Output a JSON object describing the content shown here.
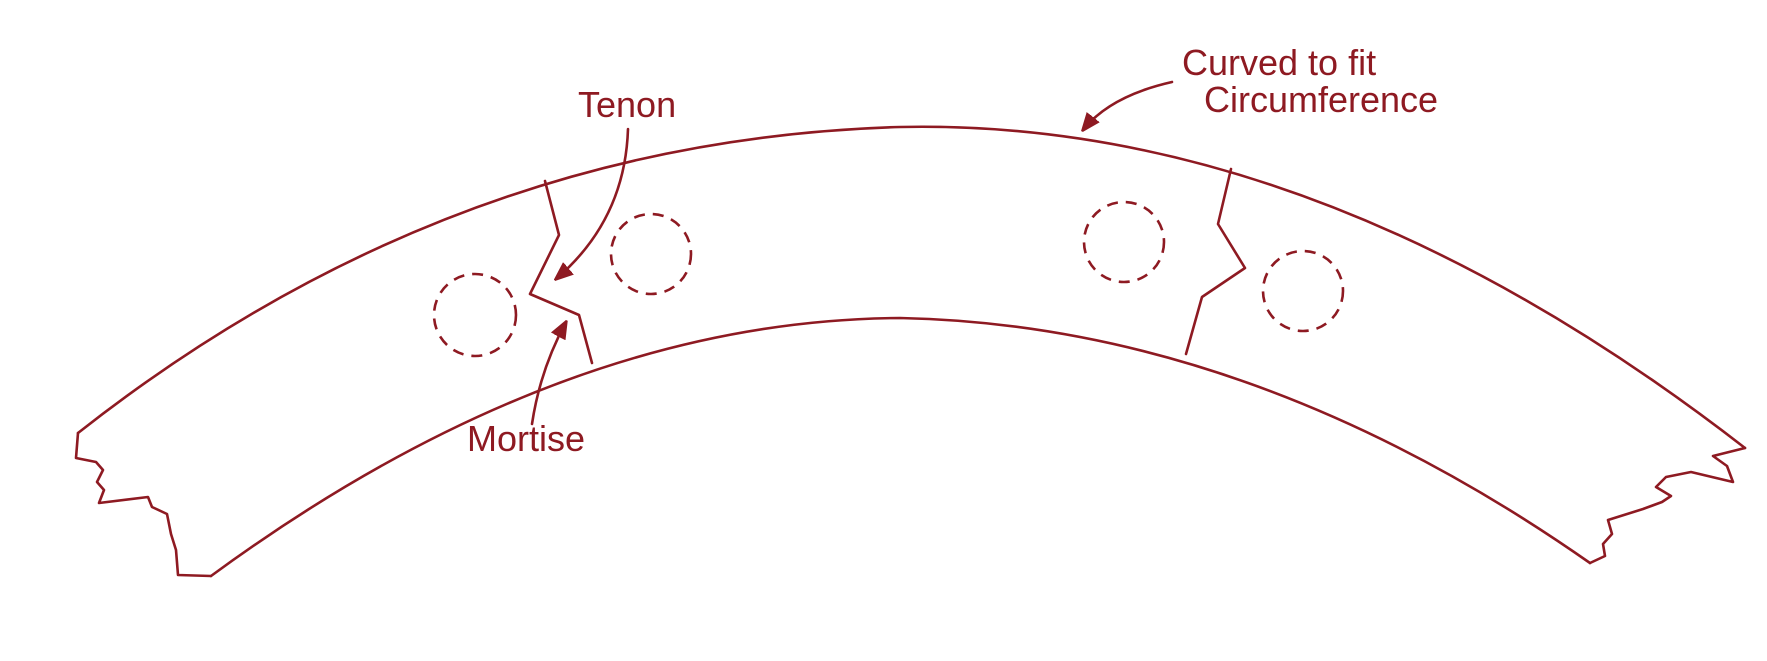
{
  "labels": {
    "tenon": "Tenon",
    "mortise": "Mortise",
    "curved_line1": "Curved to fit",
    "curved_line2": "Circumference"
  },
  "colors": {
    "ink": "#8e1a22",
    "background": "#ffffff"
  }
}
